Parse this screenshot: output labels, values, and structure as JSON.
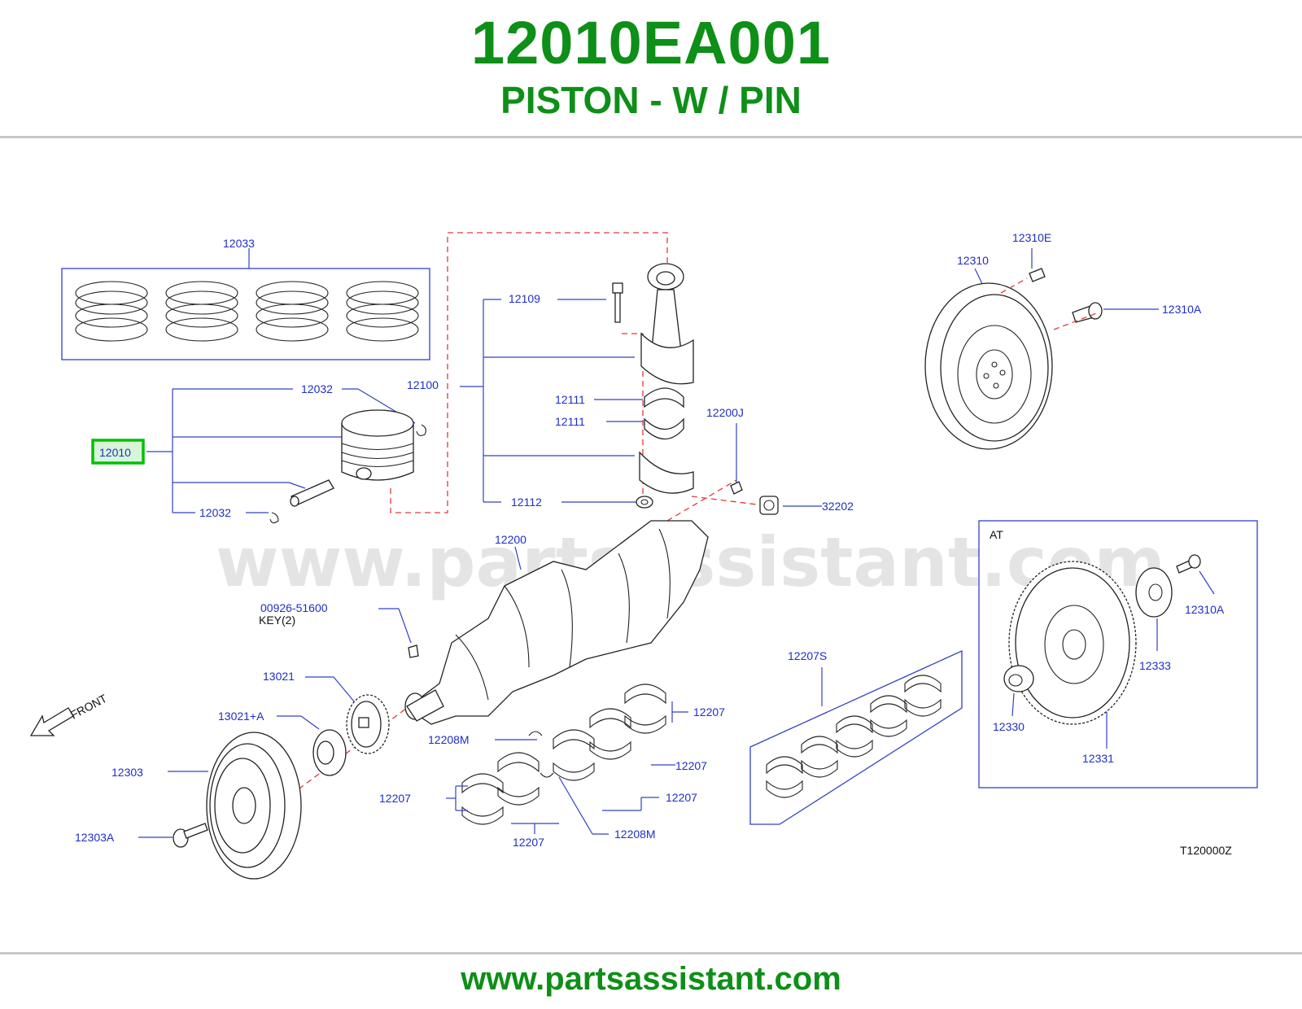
{
  "header": {
    "part_number": "12010EA001",
    "part_name": "PISTON - W / PIN"
  },
  "footer": {
    "url": "www.partsassistant.com"
  },
  "diagram": {
    "watermark": "www.partsassistant.com",
    "figure_code": "T120000Z",
    "front_label": "FRONT",
    "at_label": "AT",
    "key_note": "KEY(2)",
    "highlight_color": "#00c000",
    "labels": {
      "l12033": "12033",
      "l12032a": "12032",
      "l12010": "12010",
      "l12032b": "12032",
      "l12109": "12109",
      "l12100": "12100",
      "l12111a": "12111",
      "l12111b": "12111",
      "l12112": "12112",
      "l12200j": "12200J",
      "l32202": "32202",
      "l12200": "12200",
      "l00926": "00926-51600",
      "l13021": "13021",
      "l13021a": "13021+A",
      "l12303": "12303",
      "l12303a": "12303A",
      "l12208m_a": "12208M",
      "l12207a": "12207",
      "l12207b": "12207",
      "l12207c": "12207",
      "l12207d": "12207",
      "l12207e": "12207",
      "l12208m_b": "12208M",
      "l12207s": "12207S",
      "l12310": "12310",
      "l12310e": "12310E",
      "l12310a_a": "12310A",
      "l12310a_b": "12310A",
      "l12333": "12333",
      "l12330": "12330",
      "l12331": "12331"
    }
  }
}
